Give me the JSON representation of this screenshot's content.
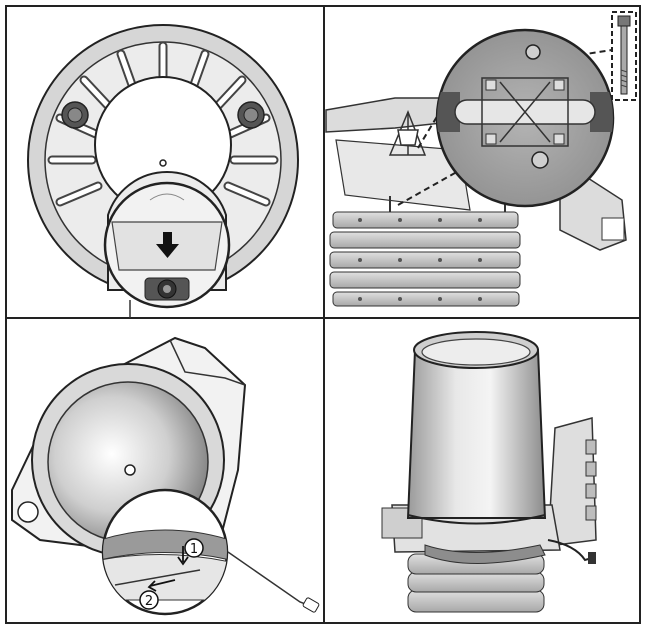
{
  "figure": {
    "panels": [
      {
        "id": "top-left"
      },
      {
        "id": "top-right"
      },
      {
        "id": "bottom-left",
        "callouts": [
          "1",
          "2"
        ]
      },
      {
        "id": "bottom-right"
      }
    ]
  },
  "colors": {
    "outline": "#222222",
    "metal_light": "#e6e6e6",
    "metal_mid": "#bdbdbd",
    "metal_dark": "#8a8a8a",
    "background": "#ffffff"
  }
}
